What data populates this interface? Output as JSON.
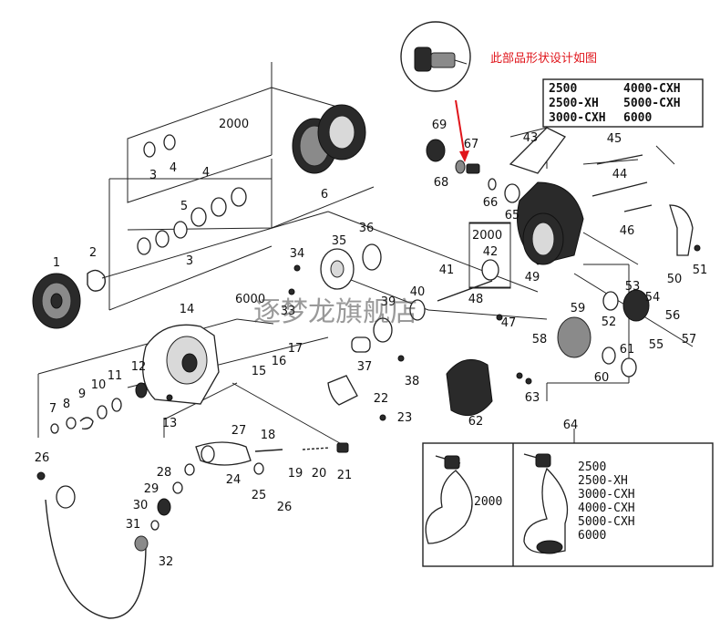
{
  "callout_note": "此部品形状设计如图",
  "watermark": "逐梦龙旗舰店",
  "labels": {
    "p1": "1",
    "p2": "2",
    "p3a": "3",
    "p3b": "3",
    "p4a": "4",
    "p4b": "4",
    "p5": "5",
    "p6": "6",
    "p7": "7",
    "p8": "8",
    "p9": "9",
    "p10": "10",
    "p11": "11",
    "p12": "12",
    "p13": "13",
    "p14": "14",
    "p15": "15",
    "p16": "16",
    "p17": "17",
    "p18": "18",
    "p19": "19",
    "p20": "20",
    "p21": "21",
    "p22": "22",
    "p23": "23",
    "p24": "24",
    "p25": "25",
    "p26a": "26",
    "p26b": "26",
    "p27": "27",
    "p28": "28",
    "p29": "29",
    "p30": "30",
    "p31": "31",
    "p32": "32",
    "p33": "33",
    "p34": "34",
    "p35": "35",
    "p36": "36",
    "p37": "37",
    "p38": "38",
    "p39": "39",
    "p40": "40",
    "p41": "41",
    "p42": "42",
    "p43": "43",
    "p44": "44",
    "p45": "45",
    "p46": "46",
    "p47": "47",
    "p48": "48",
    "p49": "49",
    "p50": "50",
    "p51": "51",
    "p52": "52",
    "p53": "53",
    "p54": "54",
    "p55": "55",
    "p56": "56",
    "p57": "57",
    "p58": "58",
    "p59": "59",
    "p60": "60",
    "p61": "61",
    "p62": "62",
    "p63": "63",
    "p64": "64",
    "p65": "65",
    "p66": "66",
    "p67": "67",
    "p68": "68",
    "p69": "69"
  },
  "spool_size": "2000",
  "box42_size": "2000",
  "box33_size": "6000",
  "handle_left_size": "2000",
  "model_table": {
    "col1": [
      "2500",
      "2500-XH",
      "3000-CXH"
    ],
    "col2": [
      "4000-CXH",
      "5000-CXH",
      "6000"
    ]
  },
  "handle_right_sizes": [
    "2500",
    "2500-XH",
    "3000-CXH",
    "4000-CXH",
    "5000-CXH",
    "6000"
  ],
  "colors": {
    "callout": "#e0151b",
    "line": "#222222"
  }
}
